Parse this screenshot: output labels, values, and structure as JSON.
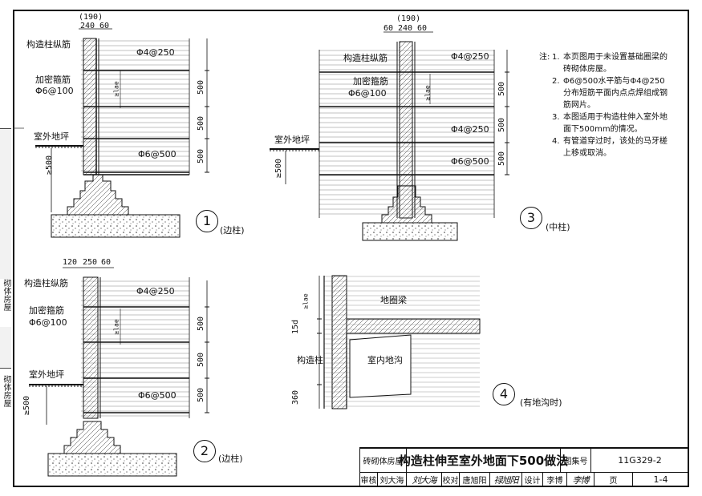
{
  "sidebar": {
    "tabs": [
      {
        "label": "砌体房屋"
      },
      {
        "label": "砌体房屋"
      }
    ]
  },
  "details": {
    "d1": {
      "num": "1",
      "caption": "(边柱)",
      "dim_top": "(190)",
      "dims": [
        "240",
        "60"
      ],
      "labels": {
        "long_bar": "构造柱纵筋",
        "stirrup": "加密箍筋",
        "stirrup_spec": "Φ6@100",
        "ground": "室外地坪",
        "bar_top": "Φ4@250",
        "bar_mid": "Φ6@500",
        "depth": "≥500",
        "lae": "≥lae"
      },
      "heights": [
        "500",
        "500",
        "500"
      ]
    },
    "d2": {
      "num": "2",
      "caption": "(边柱)",
      "dims": [
        "120",
        "250",
        "60"
      ],
      "labels": {
        "long_bar": "构造柱纵筋",
        "stirrup": "加密箍筋",
        "stirrup_spec": "Φ6@100",
        "ground": "室外地坪",
        "bar_top": "Φ4@250",
        "bar_mid": "Φ6@500",
        "depth": "≥500",
        "lae": "≥lae"
      },
      "heights": [
        "500",
        "500",
        "500"
      ]
    },
    "d3": {
      "num": "3",
      "caption": "(中柱)",
      "dim_top": "(190)",
      "dims": [
        "60",
        "240",
        "60"
      ],
      "labels": {
        "long_bar": "构造柱纵筋",
        "stirrup": "加密箍筋",
        "stirrup_spec": "Φ6@100",
        "ground": "室外地坪",
        "bar_top": "Φ4@250",
        "bar_2": "Φ4@250",
        "bar_mid": "Φ6@500",
        "depth": "≥500",
        "lae": "≥lae"
      },
      "heights": [
        "500",
        "500",
        "500"
      ]
    },
    "d4": {
      "num": "4",
      "caption": "(有地沟时)",
      "labels": {
        "ring_beam": "地圈梁",
        "column": "构造柱",
        "trench": "室内地沟",
        "lae": "≥lae",
        "d15": "15d",
        "d360": "360"
      }
    }
  },
  "notes": {
    "head": "注:",
    "items": [
      {
        "num": "1.",
        "text": "本页图用于未设置基础圈梁的砖砌体房屋。"
      },
      {
        "num": "2.",
        "text": "Φ6@500水平筋与Φ4@250分布短筋平面内点点焊组成钢筋网片。"
      },
      {
        "num": "3.",
        "text": "本图适用于构造柱伸入室外地面下500mm的情况。"
      },
      {
        "num": "4.",
        "text": "有管道穿过时，该处的马牙槎上移或取消。"
      }
    ]
  },
  "title_block": {
    "category": "砖砌体房屋",
    "title": "构造柱伸至室外地面下500做法",
    "atlas_label": "图集号",
    "atlas_no": "11G329-2",
    "review_label": "审核",
    "reviewer": "刘大海",
    "reviewer_sig": "刘大海",
    "check_label": "校对",
    "checker": "唐旭阳",
    "checker_sig": "禄旭阳",
    "design_label": "设计",
    "designer": "李博",
    "designer_sig": "李博",
    "page_label": "页",
    "page_no": "1-4"
  }
}
